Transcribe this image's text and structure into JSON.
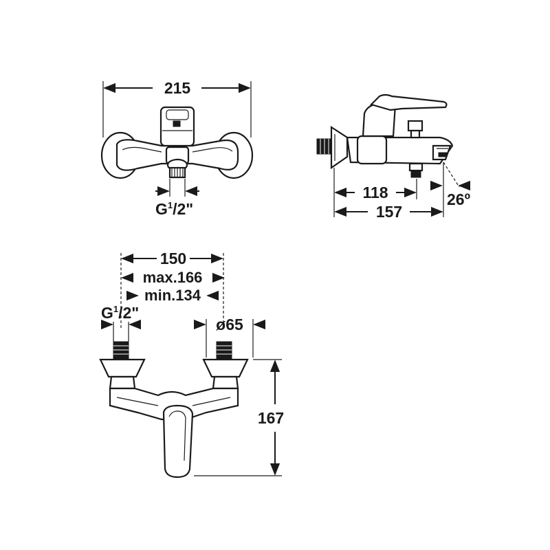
{
  "top_view": {
    "width_label": "215",
    "inlet_thread": {
      "letter": "G",
      "sup": "1",
      "rest": "/2\""
    }
  },
  "side_view": {
    "length_a": "118",
    "length_b": "157",
    "angle": "26º"
  },
  "front_view": {
    "centres": "150",
    "centres_max": "max.166",
    "centres_min": "min.134",
    "inlet_thread": {
      "letter": "G",
      "sup": "1",
      "rest": "/2\""
    },
    "flange_diameter": "ø65",
    "height": "167"
  }
}
